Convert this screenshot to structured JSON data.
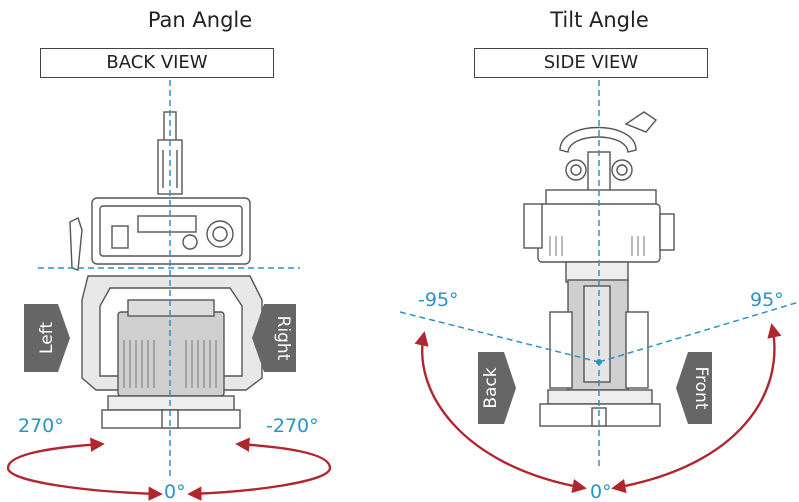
{
  "pan": {
    "title": "Pan Angle",
    "view_label": "BACK VIEW",
    "left_label": "Left",
    "right_label": "Right",
    "angle_left": "270°",
    "angle_right": "-270°",
    "angle_zero": "0°"
  },
  "tilt": {
    "title": "Tilt Angle",
    "view_label": "SIDE VIEW",
    "back_label": "Back",
    "front_label": "Front",
    "angle_left": "-95°",
    "angle_right": "95°",
    "angle_zero": "0°"
  },
  "colors": {
    "accent_blue": "#2b93c7",
    "arrow_red": "#b0262f",
    "label_gray": "#666666",
    "fixture_gray": "#555555"
  }
}
